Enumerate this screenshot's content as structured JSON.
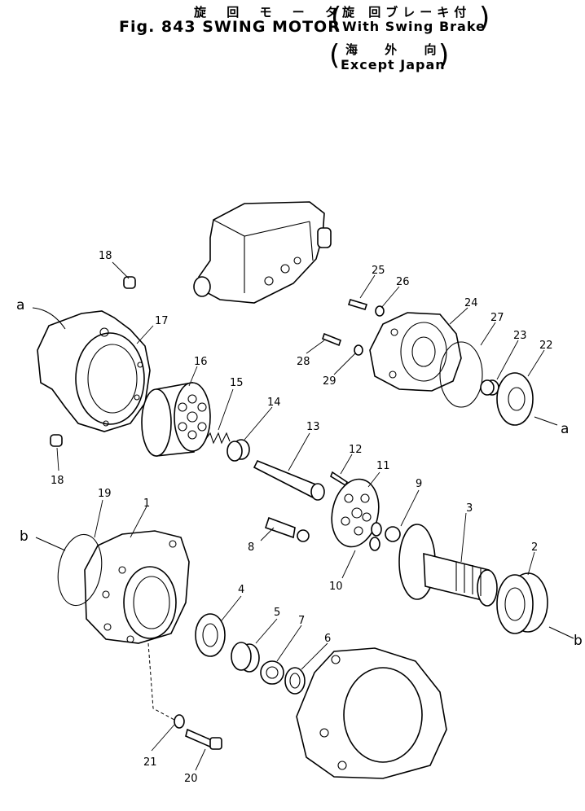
{
  "header": {
    "jp_title": "旋 回 モ ー タ",
    "en_title": "Fig. 843 SWING MOTOR",
    "variant1_jp": "旋 回ブレーキ付",
    "variant1_en": "With Swing Brake",
    "variant2_jp": "海 外 向",
    "variant2_en": "Except Japan",
    "open_paren": "(",
    "close_paren": ")"
  },
  "callouts": {
    "p1": "1",
    "p2": "2",
    "p3": "3",
    "p4": "4",
    "p5": "5",
    "p6": "6",
    "p7": "7",
    "p8": "8",
    "p9": "9",
    "p10": "10",
    "p11": "11",
    "p12": "12",
    "p13": "13",
    "p14": "14",
    "p15": "15",
    "p16": "16",
    "p17": "17",
    "p18a": "18",
    "p18b": "18",
    "p19": "19",
    "p20": "20",
    "p21": "21",
    "p22": "22",
    "p23": "23",
    "p24": "24",
    "p25": "25",
    "p26": "26",
    "p27": "27",
    "p28": "28",
    "p29": "29"
  },
  "references": {
    "a_left": "a",
    "a_right": "a",
    "b_left": "b",
    "b_right": "b"
  }
}
